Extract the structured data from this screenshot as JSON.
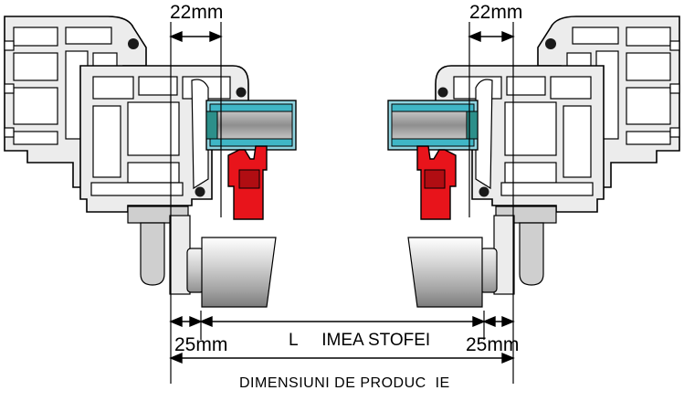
{
  "labels": {
    "offset_left": "22mm",
    "offset_right": "22mm",
    "margin_left": "25mm",
    "margin_right": "25mm",
    "fabric_width": "L     IMEA STOFEI",
    "production_dimension": "DIMENSIUNI DE PRODUC  IE"
  },
  "colors": {
    "profile_fill": "#ececec",
    "profile_stroke": "#000000",
    "glass_outer": "#8fd4e0",
    "glass_inner": "#3fb6c6",
    "glass_core": "#a8a8a8",
    "bracket": "#e8141b",
    "roller_light": "#f4f4f4",
    "roller_dark": "#8a8a8a"
  }
}
